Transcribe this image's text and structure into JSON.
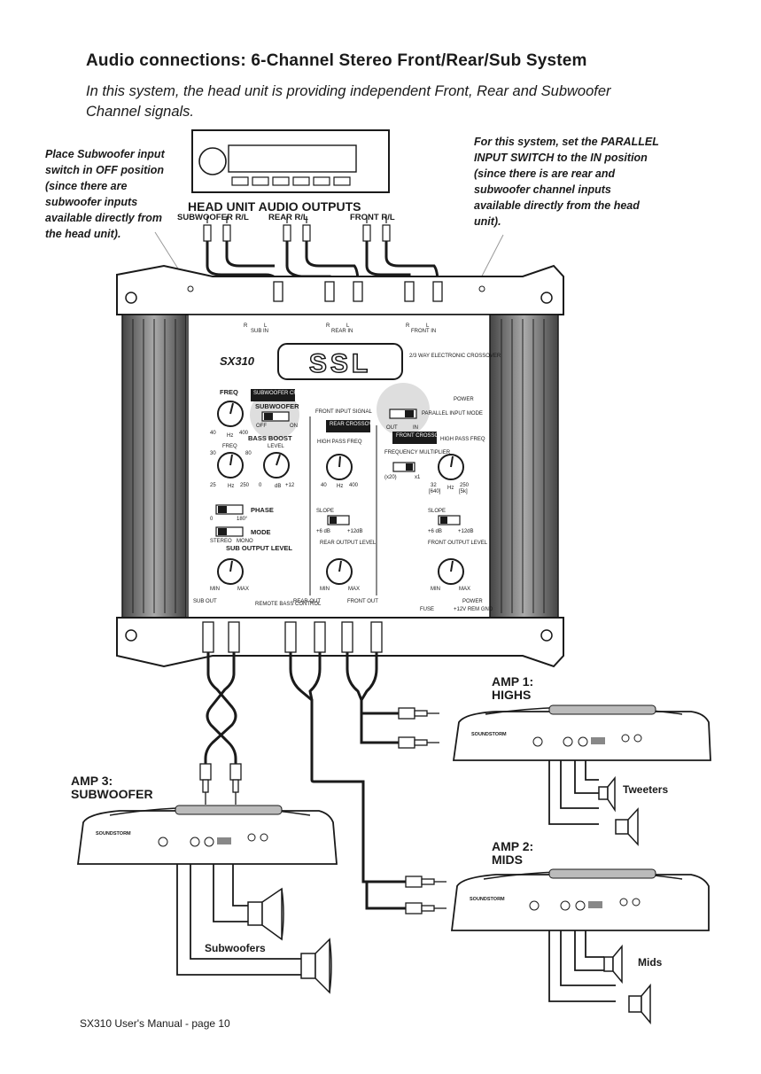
{
  "title": "Audio connections: 6-Channel Stereo Front/Rear/Sub System",
  "subtitle": "In this system, the head unit is providing independent Front, Rear and Subwoofer Channel signals.",
  "notes": {
    "left": "Place Subwoofer input switch in OFF position (since there are subwoofer inputs available directly from the head unit).",
    "right": "For this system, set the PARALLEL INPUT SWITCH to the IN position (since there is are rear and subwoofer channel inputs available directly from the head unit)."
  },
  "head_unit": {
    "title": "HEAD UNIT AUDIO OUTPUTS",
    "outputs": [
      "SUBWOOFER R/L",
      "REAR R/L",
      "FRONT R/L"
    ]
  },
  "crossover": {
    "model": "SX310",
    "brand": "SSL",
    "description": "2/3 WAY ELECTRONIC CROSSOVER",
    "inputs": {
      "sub": "SUB IN",
      "rear": "REAR IN",
      "front": "FRONT IN"
    },
    "rl": {
      "r": "R",
      "l": "L"
    },
    "power": "POWER",
    "sub_section": {
      "header": "SUBWOOFER CROSSOVER",
      "freq": "FREQ",
      "freq_min": "40",
      "freq_unit": "Hz",
      "freq_max": "400",
      "switch": "SUBWOOFER",
      "off": "OFF",
      "on": "ON",
      "bass_boost": "BASS BOOST",
      "bb_freq": "FREQ",
      "bb_level": "LEVEL",
      "bb_freq_lo": "30",
      "bb_freq_hi": "80",
      "bb_freq_min": "25",
      "bb_freq_unit": "Hz",
      "bb_freq_max": "250",
      "bb_level_min": "0",
      "bb_level_unit": "dB",
      "bb_level_max": "+12",
      "phase": "PHASE",
      "phase_0": "0",
      "phase_180": "180°",
      "mode": "MODE",
      "stereo": "STEREO",
      "mono": "MONO",
      "output_level": "SUB OUTPUT LEVEL",
      "min": "MIN",
      "max": "MAX"
    },
    "rear_section": {
      "header": "REAR CROSSOVER",
      "parallel_mode_label": "FRONT INPUT SIGNAL",
      "hp_freq": "HIGH PASS FREQ",
      "freq_min": "40",
      "freq_unit": "Hz",
      "freq_max": "400",
      "slope": "SLOPE",
      "slope_6": "+6 dB",
      "slope_12": "+12dB",
      "output_level": "REAR OUTPUT LEVEL",
      "min": "MIN",
      "max": "MAX"
    },
    "front_section": {
      "header": "FRONT CROSSOVER",
      "parallel_input": "PARALLEL INPUT MODE",
      "out": "OUT",
      "in": "IN",
      "hp_freq": "HIGH PASS FREQ",
      "freq_mult": "FREQUENCY MULTIPLIER",
      "x20": "(x20)",
      "x1": "x1",
      "freq_min": "32",
      "freq_min_alt": "[640]",
      "freq_unit": "Hz",
      "freq_max": "250",
      "freq_max_alt": "[5k]",
      "slope": "SLOPE",
      "slope_6": "+6 dB",
      "slope_12": "+12dB",
      "output_level": "FRONT OUTPUT LEVEL",
      "min": "MIN",
      "max": "MAX"
    },
    "bottom": {
      "sub_out": "SUB OUT",
      "remote": "REMOTE BASS CONTROL",
      "rear_out": "REAR OUT",
      "front_out": "FRONT OUT",
      "fuse": "FUSE",
      "power": "POWER",
      "terminals": "+12V REM GND"
    }
  },
  "amps": [
    {
      "label": "AMP 1:",
      "label2": "HIGHS",
      "speaker": "Tweeters",
      "brand": "SOUNDSTORM"
    },
    {
      "label": "AMP 2:",
      "label2": "MIDS",
      "speaker": "Mids",
      "brand": "SOUNDSTORM"
    },
    {
      "label": "AMP 3:",
      "label2": "SUBWOOFER",
      "speaker": "Subwoofers",
      "brand": "SOUNDSTORM"
    }
  ],
  "footer": "SX310 User's Manual - page 10"
}
